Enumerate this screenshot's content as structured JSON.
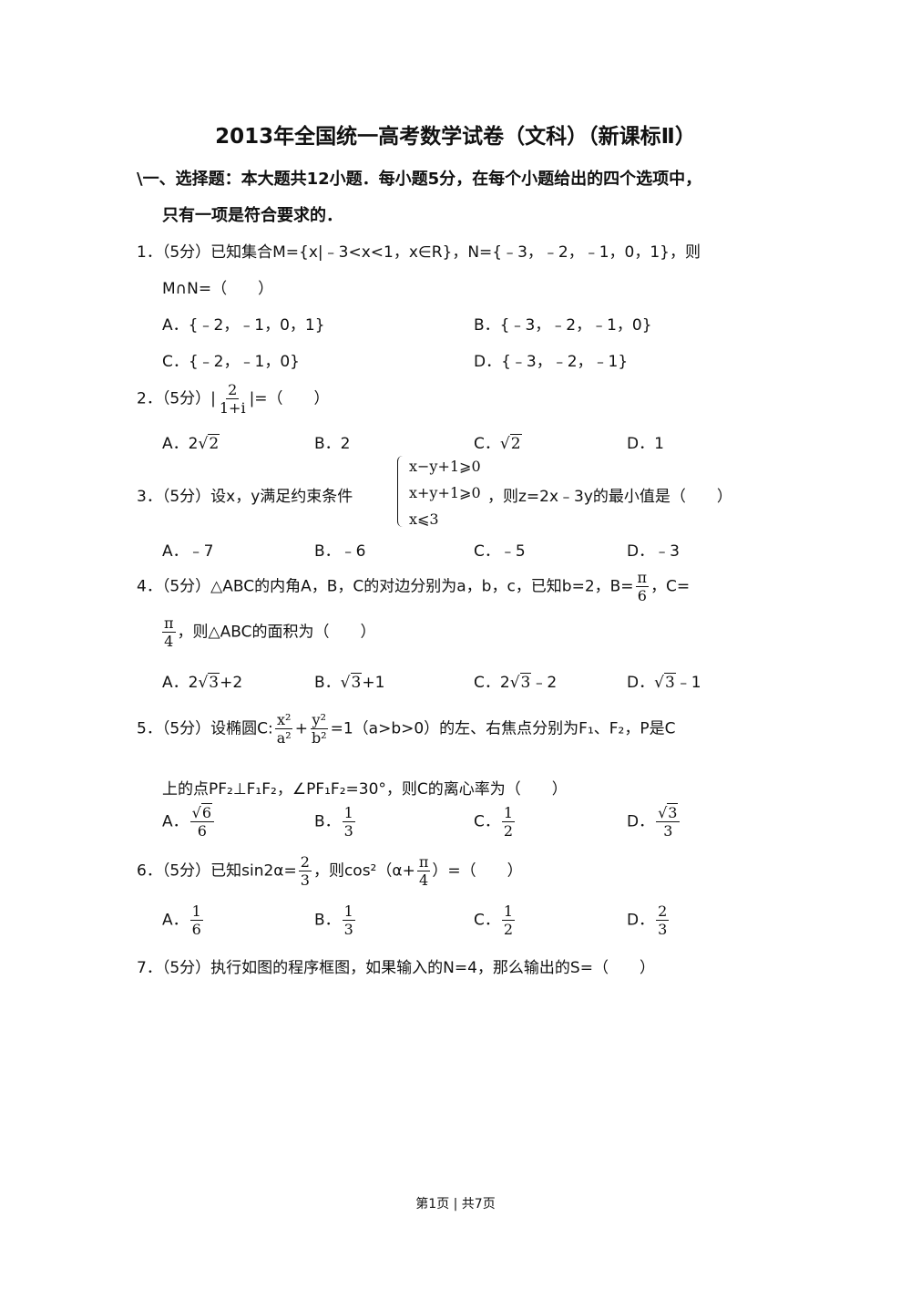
{
  "title": "2013年全国统一高考数学试卷（文科）（新课标Ⅱ）",
  "section": {
    "line1": "\\一、选择题：本大题共12小题．每小题5分，在每个小题给出的四个选项中，",
    "line2": "只有一项是符合要求的．"
  },
  "q1": {
    "line1": "1．（5分）已知集合M={x|﹣3<x<1，x∈R}，N={﹣3，﹣2，﹣1，0，1}，则",
    "line2": "M∩N=（　　）",
    "A": "A．{﹣2，﹣1，0，1}",
    "B": "B．{﹣3，﹣2，﹣1，0}",
    "C": "C．{﹣2，﹣1，0}",
    "D": "D．{﹣3，﹣2，﹣1}"
  },
  "q2": {
    "prefix": "2．（5分）",
    "num": "2",
    "den": "1+i",
    "suffix": "|=（　　）",
    "A_label": "A．",
    "A_coef": "2",
    "A_rad": "2",
    "B": "B．2",
    "C_label": "C．",
    "C_rad": "2",
    "D": "D．1"
  },
  "q3": {
    "prefix": "3．（5分）设x，y满足约束条件",
    "c1": "x−y+1⩾0",
    "c2": "x+y+1⩾0",
    "c3": "x⩽3",
    "suffix": "，则z=2x﹣3y的最小值是（　　）",
    "A": "A．﹣7",
    "B": "B．﹣6",
    "C": "C．﹣5",
    "D": "D．﹣3"
  },
  "q4": {
    "line1": "4．（5分）△ABC的内角A，B，C的对边分别为a，b，c，已知b=2，B=",
    "b_num": "π",
    "b_den": "6",
    "c_label": "，C=",
    "c_num": "π",
    "c_den": "4",
    "line2": "，则△ABC的面积为（　　）",
    "A_label": "A．2",
    "A_rad": "3",
    "A_tail": "+2",
    "B_label": "B．",
    "B_rad": "3",
    "B_tail": "+1",
    "C_label": "C．2",
    "C_rad": "3",
    "C_tail": "﹣2",
    "D_label": "D．",
    "D_rad": "3",
    "D_tail": "﹣1"
  },
  "q5": {
    "prefix": "5．（5分）设椭圆C:",
    "n1": "x²",
    "d1": "a²",
    "plus": "+",
    "n2": "y²",
    "d2": "b²",
    "mid": "=1（a>b>0）的左、右焦点分别为F₁、F₂，P是C",
    "line2": "上的点PF₂⊥F₁F₂，∠PF₁F₂=30°，则C的离心率为（　　）",
    "A_label": "A．",
    "A_num_rad": "6",
    "A_den": "6",
    "B_label": "B．",
    "B_num": "1",
    "B_den": "3",
    "C_label": "C．",
    "C_num": "1",
    "C_den": "2",
    "D_label": "D．",
    "D_num_rad": "3",
    "D_den": "3"
  },
  "q6": {
    "prefix": "6．（5分）已知sin2α=",
    "n1": "2",
    "d1": "3",
    "mid": "，则cos²（α+",
    "n2": "π",
    "d2": "4",
    "suffix": "）=（　　）",
    "A_label": "A．",
    "A_num": "1",
    "A_den": "6",
    "B_label": "B．",
    "B_num": "1",
    "B_den": "3",
    "C_label": "C．",
    "C_num": "1",
    "C_den": "2",
    "D_label": "D．",
    "D_num": "2",
    "D_den": "3"
  },
  "q7": {
    "line1": "7．（5分）执行如图的程序框图，如果输入的N=4，那么输出的S=（　　）"
  },
  "footer": "第1页 | 共7页"
}
